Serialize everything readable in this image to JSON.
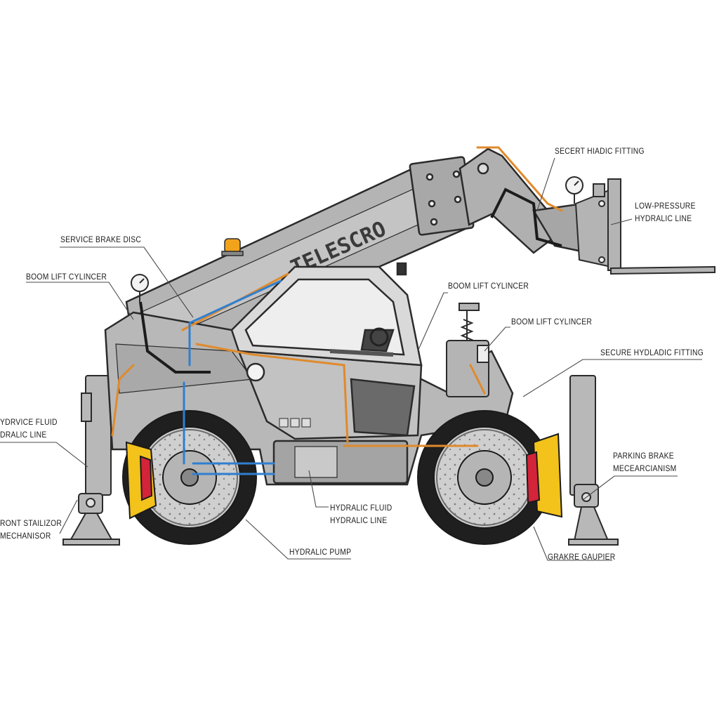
{
  "diagram": {
    "brand_text": "TELESCRO",
    "colors": {
      "body": "#b4b4b4",
      "body_dark": "#8e8e8e",
      "outline": "#2b2b2b",
      "hydraulic_orange": "#e08a2c",
      "hydraulic_blue": "#2f7fd0",
      "caliper_yellow": "#f3c21b",
      "caliper_red": "#d3243a",
      "beacon": "#f2a31c"
    },
    "labels": [
      {
        "id": "secure-fitting-top",
        "lines": [
          "SECERT HIADIC FITTING"
        ]
      },
      {
        "id": "low-pressure-line",
        "lines": [
          "LOW-PRESSURE",
          "HYDRALIC LINE"
        ]
      },
      {
        "id": "service-brake-disc",
        "lines": [
          "SERVICE BRAKE DISC"
        ]
      },
      {
        "id": "boom-lift-cylinder-left",
        "lines": [
          "BOOM LIFT CYLINCER"
        ]
      },
      {
        "id": "boom-lift-cylinder-center",
        "lines": [
          "BOOM LIFT CYLINCER"
        ]
      },
      {
        "id": "boom-lift-cylinder-right",
        "lines": [
          "BOOM LIFT CYLINCER"
        ]
      },
      {
        "id": "secure-fitting-right",
        "lines": [
          "SECURE HYDLADIC FITTING"
        ]
      },
      {
        "id": "service-fluid-line",
        "lines": [
          "YDRVICE FLUID",
          "DRALIC LINE"
        ]
      },
      {
        "id": "parking-brake",
        "lines": [
          "PARKING BRAKE",
          "MECEARCIANISM"
        ]
      },
      {
        "id": "stabilizer",
        "lines": [
          "RONT STAILIZOR",
          "MECHANISOR"
        ]
      },
      {
        "id": "hydraulic-fluid-line",
        "lines": [
          "HYDRALIC FLUID",
          "HYDRALIC LINE"
        ]
      },
      {
        "id": "hydraulic-pump",
        "lines": [
          "HYDRALIC PUMP"
        ]
      },
      {
        "id": "brake-caliper",
        "lines": [
          "GRAKRE GAUPIER"
        ]
      }
    ]
  }
}
